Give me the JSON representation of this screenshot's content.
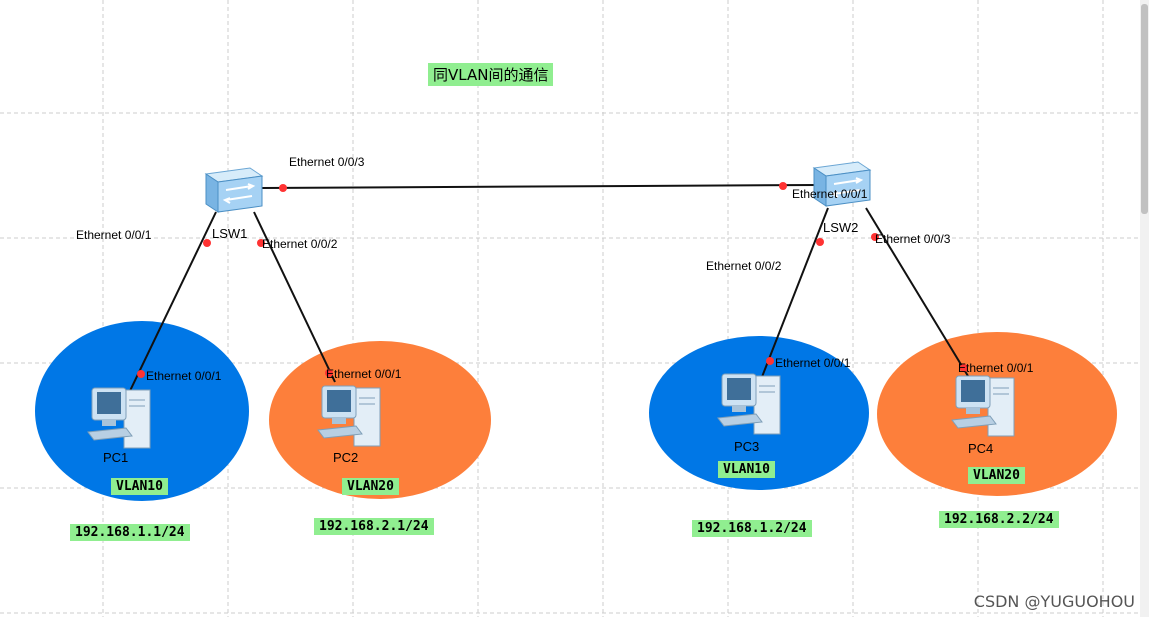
{
  "title": "同VLAN间的通信",
  "switches": [
    {
      "id": "sw1",
      "label": "LSW1"
    },
    {
      "id": "sw2",
      "label": "LSW2"
    }
  ],
  "pcs": [
    {
      "id": "pc1",
      "label": "PC1",
      "vlan": "VLAN10",
      "ip": "192.168.1.1/24",
      "color": "#0077e6"
    },
    {
      "id": "pc2",
      "label": "PC2",
      "vlan": "VLAN20",
      "ip": "192.168.2.1/24",
      "color": "#fd7f3b"
    },
    {
      "id": "pc3",
      "label": "PC3",
      "vlan": "VLAN10",
      "ip": "192.168.1.2/24",
      "color": "#0077e6"
    },
    {
      "id": "pc4",
      "label": "PC4",
      "vlan": "VLAN20",
      "ip": "192.168.2.2/24",
      "color": "#fd7f3b"
    }
  ],
  "links": [
    {
      "from_port": "Ethernet 0/0/3",
      "to_port": "Ethernet 0/0/1"
    },
    {
      "from_port": "Ethernet 0/0/1",
      "to_port": "Ethernet 0/0/1"
    },
    {
      "from_port": "Ethernet 0/0/2",
      "to_port": "Ethernet 0/0/1"
    },
    {
      "from_port": "Ethernet 0/0/2",
      "to_port": "Ethernet 0/0/1"
    },
    {
      "from_port": "Ethernet 0/0/3",
      "to_port": "Ethernet 0/0/1"
    }
  ],
  "watermark": "CSDN @YUGUOHOU",
  "colors": {
    "vlan_tag": "#90ee90",
    "port_dot": "#ff3333",
    "grid": "#cccccc",
    "blue_zone": "#0077e6",
    "orange_zone": "#fd7f3b"
  }
}
